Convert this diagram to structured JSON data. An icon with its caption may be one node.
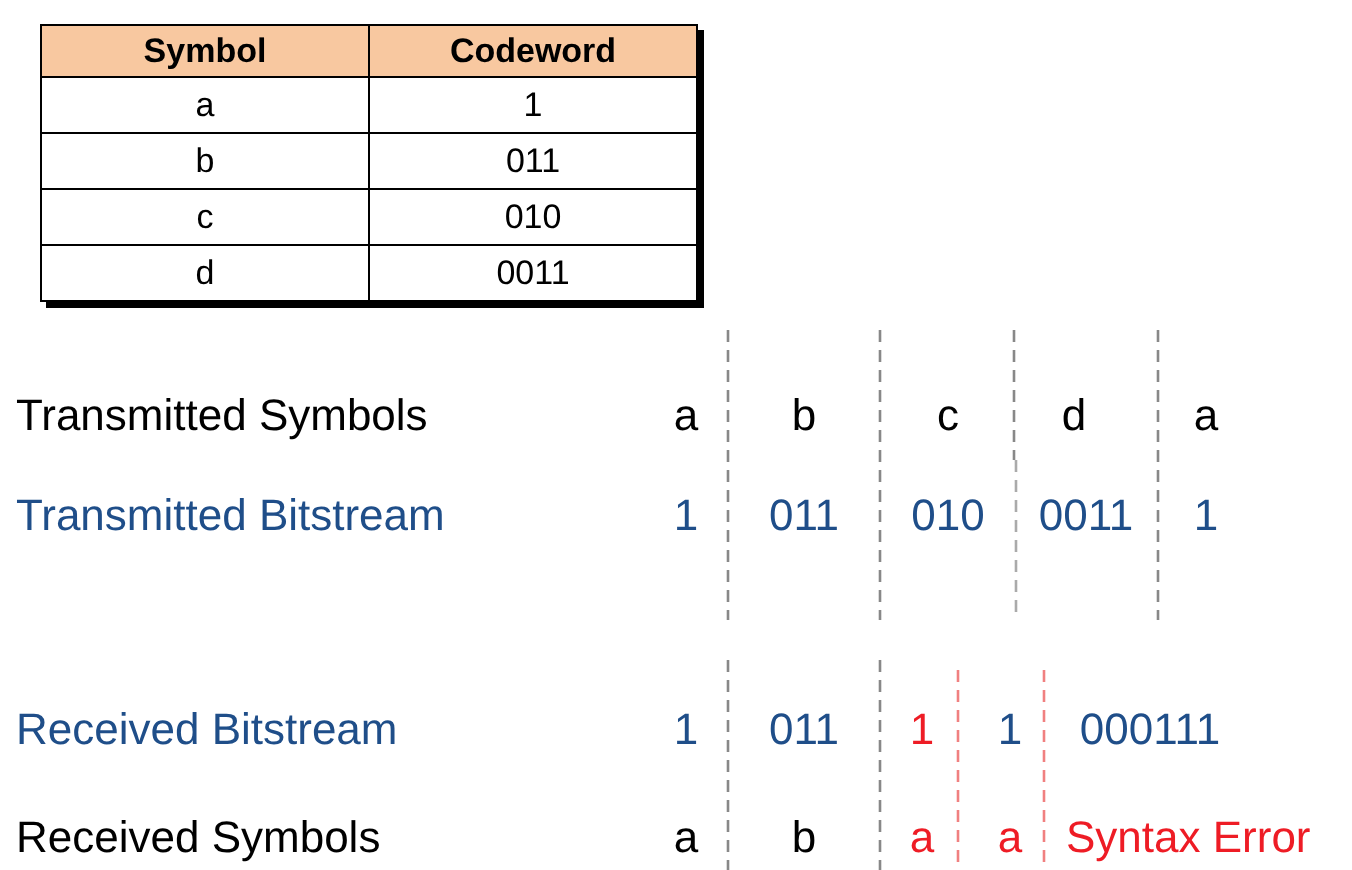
{
  "diagram": {
    "labels": [
      "Symbol",
      "Codeword",
      "a",
      "1",
      "b",
      "011",
      "c",
      "010",
      "d",
      "0011",
      "Transmitted Symbols",
      "a",
      "b",
      "c",
      "d",
      "a",
      "Transmitted Bitstream",
      "1",
      "011",
      "010",
      "0011",
      "1",
      "Received Bitstream",
      "1",
      "011",
      "1",
      "1",
      "000111",
      "Received Symbols",
      "a",
      "b",
      "a",
      "a",
      "Syntax Error"
    ]
  }
}
